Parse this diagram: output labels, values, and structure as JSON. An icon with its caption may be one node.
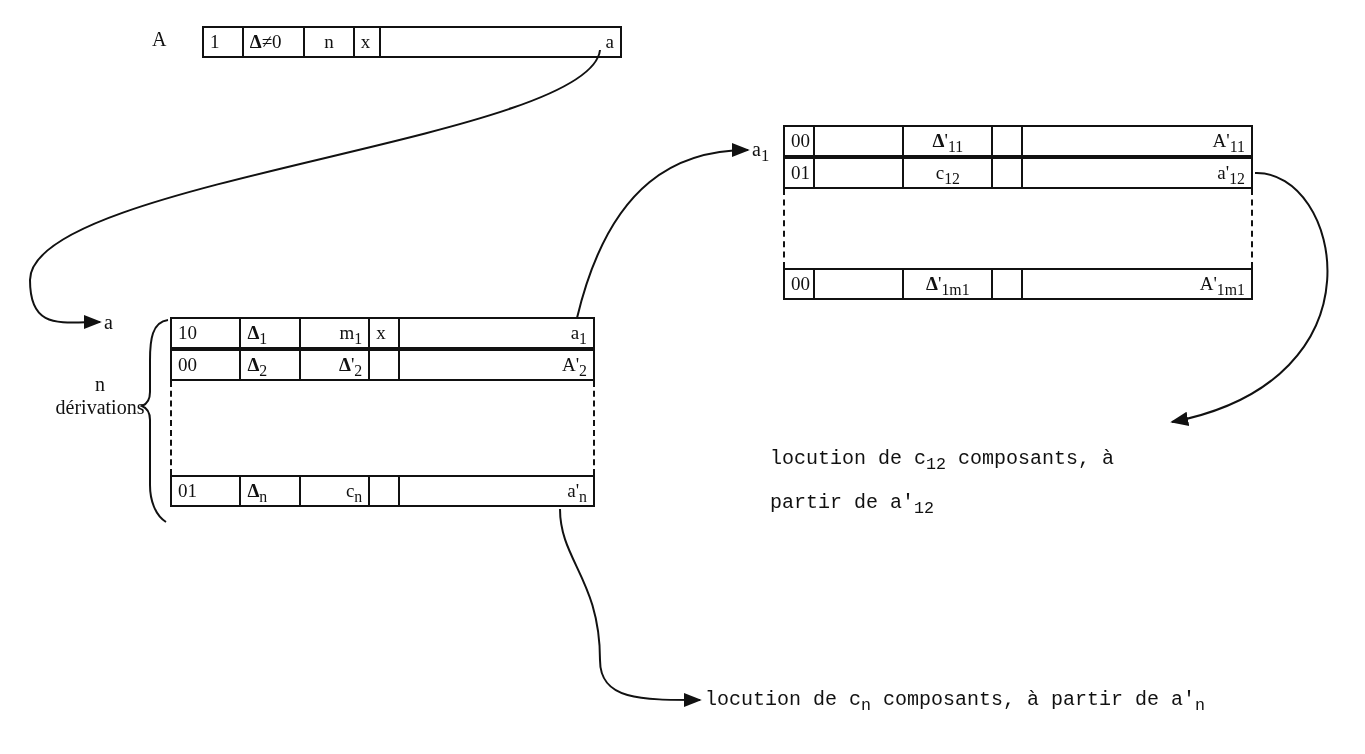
{
  "diagram": {
    "nodes": [
      {
        "text": [
          "1",
          "**Δ**≠0",
          "n",
          "x",
          "a"
        ],
        "beside": [
          "A"
        ]
      },
      {
        "text": [
          "10",
          "**Δ**$_{1}$",
          "m$_{1}$",
          "x",
          "a$_{1}$",
          "00",
          "**Δ**$_{2}$",
          "**Δ**'$_{2}$",
          "A'$_{2}$",
          "01",
          "**Δ**$_{n}$",
          "c$_{n}$",
          "a'$_{n}$"
        ],
        "beside": [
          "a",
          "n dérivations"
        ]
      },
      {
        "text": [
          "00",
          "**Δ**'$_{11}$",
          "A'$_{11}$",
          "01",
          "c$_{12}$",
          "a'$_{12}$",
          "00",
          "**Δ**'$_{1m1}$",
          "A'$_{1m1}$"
        ],
        "beside": [
          "a$_{1}$"
        ]
      },
      {
        "text": [
          "locution de c$_{12}$ composants, à partir de a'$_{12}$"
        ]
      },
      {
        "text": [
          "locution de c$_{n}$ composants, à partir de a'$_{n}$"
        ]
      }
    ],
    "edges": [
      {
        "from": 0,
        "to": 1,
        "arrow": "to"
      },
      {
        "from": 1,
        "to": 2,
        "arrow": "to"
      },
      {
        "from": 2,
        "to": 3,
        "arrow": "to"
      },
      {
        "from": 1,
        "to": 4,
        "arrow": "to"
      }
    ]
  }
}
